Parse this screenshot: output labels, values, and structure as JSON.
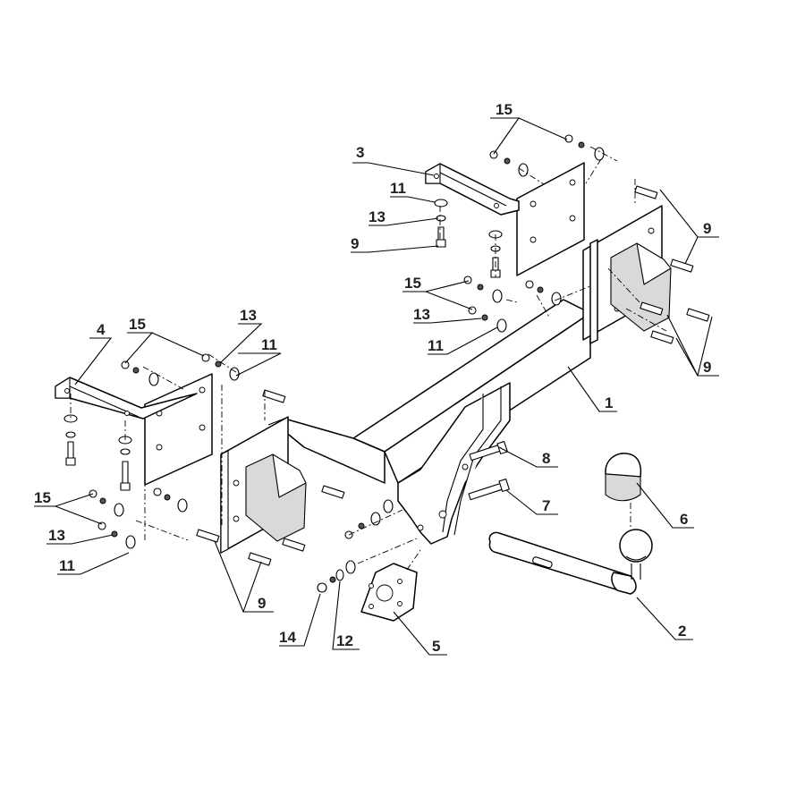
{
  "diagram": {
    "callouts": [
      {
        "id": "c1",
        "text": "1"
      },
      {
        "id": "c2",
        "text": "2"
      },
      {
        "id": "c3",
        "text": "3"
      },
      {
        "id": "c4",
        "text": "4"
      },
      {
        "id": "c5",
        "text": "5"
      },
      {
        "id": "c6",
        "text": "6"
      },
      {
        "id": "c7",
        "text": "7"
      },
      {
        "id": "c8",
        "text": "8"
      },
      {
        "id": "c9a",
        "text": "9"
      },
      {
        "id": "c9b",
        "text": "9"
      },
      {
        "id": "c9c",
        "text": "9"
      },
      {
        "id": "c9d",
        "text": "9"
      },
      {
        "id": "c11a",
        "text": "11"
      },
      {
        "id": "c11b",
        "text": "11"
      },
      {
        "id": "c11c",
        "text": "11"
      },
      {
        "id": "c11d",
        "text": "11"
      },
      {
        "id": "c12",
        "text": "12"
      },
      {
        "id": "c13a",
        "text": "13"
      },
      {
        "id": "c13b",
        "text": "13"
      },
      {
        "id": "c13c",
        "text": "13"
      },
      {
        "id": "c13d",
        "text": "13"
      },
      {
        "id": "c14",
        "text": "14"
      },
      {
        "id": "c15a",
        "text": "15"
      },
      {
        "id": "c15b",
        "text": "15"
      },
      {
        "id": "c15c",
        "text": "15"
      },
      {
        "id": "c15d",
        "text": "15"
      }
    ]
  }
}
